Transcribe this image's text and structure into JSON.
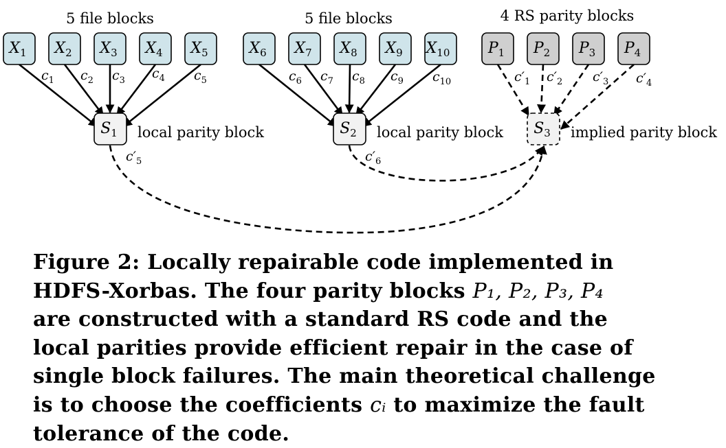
{
  "figure": {
    "groups": [
      {
        "title": "5 file blocks"
      },
      {
        "title": "5 file blocks"
      },
      {
        "title": "4 RS parity blocks"
      }
    ],
    "blocks": [
      {
        "var": "X",
        "sub": "1"
      },
      {
        "var": "X",
        "sub": "2"
      },
      {
        "var": "X",
        "sub": "3"
      },
      {
        "var": "X",
        "sub": "4"
      },
      {
        "var": "X",
        "sub": "5"
      },
      {
        "var": "X",
        "sub": "6"
      },
      {
        "var": "X",
        "sub": "7"
      },
      {
        "var": "X",
        "sub": "8"
      },
      {
        "var": "X",
        "sub": "9"
      },
      {
        "var": "X",
        "sub": "10"
      },
      {
        "var": "P",
        "sub": "1"
      },
      {
        "var": "P",
        "sub": "2"
      },
      {
        "var": "P",
        "sub": "3"
      },
      {
        "var": "P",
        "sub": "4"
      }
    ],
    "parities": [
      {
        "var": "S",
        "sub": "1",
        "label": "local parity block"
      },
      {
        "var": "S",
        "sub": "2",
        "label": "local parity block"
      },
      {
        "var": "S",
        "sub": "3",
        "label": "implied parity block"
      }
    ],
    "coefficients": [
      {
        "var": "c",
        "sub": "1"
      },
      {
        "var": "c",
        "sub": "2"
      },
      {
        "var": "c",
        "sub": "3"
      },
      {
        "var": "c",
        "sub": "4"
      },
      {
        "var": "c",
        "sub": "5"
      },
      {
        "var": "c",
        "sub": "6"
      },
      {
        "var": "c",
        "sub": "7"
      },
      {
        "var": "c",
        "sub": "8"
      },
      {
        "var": "c",
        "sub": "9"
      },
      {
        "var": "c",
        "sub": "10"
      },
      {
        "var": "c′",
        "sub": "1"
      },
      {
        "var": "c′",
        "sub": "2"
      },
      {
        "var": "c′",
        "sub": "3"
      },
      {
        "var": "c′",
        "sub": "4"
      },
      {
        "var": "c′",
        "sub": "5"
      },
      {
        "var": "c′",
        "sub": "6"
      }
    ],
    "colors": {
      "file_block": "#cfe4ea",
      "rs_parity_block": "#cfcfcf",
      "local_parity_block": "#f2f2f2",
      "implied_parity_block": "#f2f2f2"
    }
  },
  "caption": {
    "lines": [
      [
        "Figure 2: Locally repairable code implemented in"
      ],
      [
        "HDFS-Xorbas. The four parity blocks ",
        {
          "math": "P₁, P₂, P₃, P₄"
        }
      ],
      [
        "are constructed with a standard RS code and the"
      ],
      [
        "local parities provide efficient repair in the case of"
      ],
      [
        "single block failures. The main theoretical challenge"
      ],
      [
        "is to choose the coefficients ",
        {
          "math": "cᵢ"
        },
        " to maximize the fault"
      ],
      [
        "tolerance of the code."
      ]
    ]
  }
}
